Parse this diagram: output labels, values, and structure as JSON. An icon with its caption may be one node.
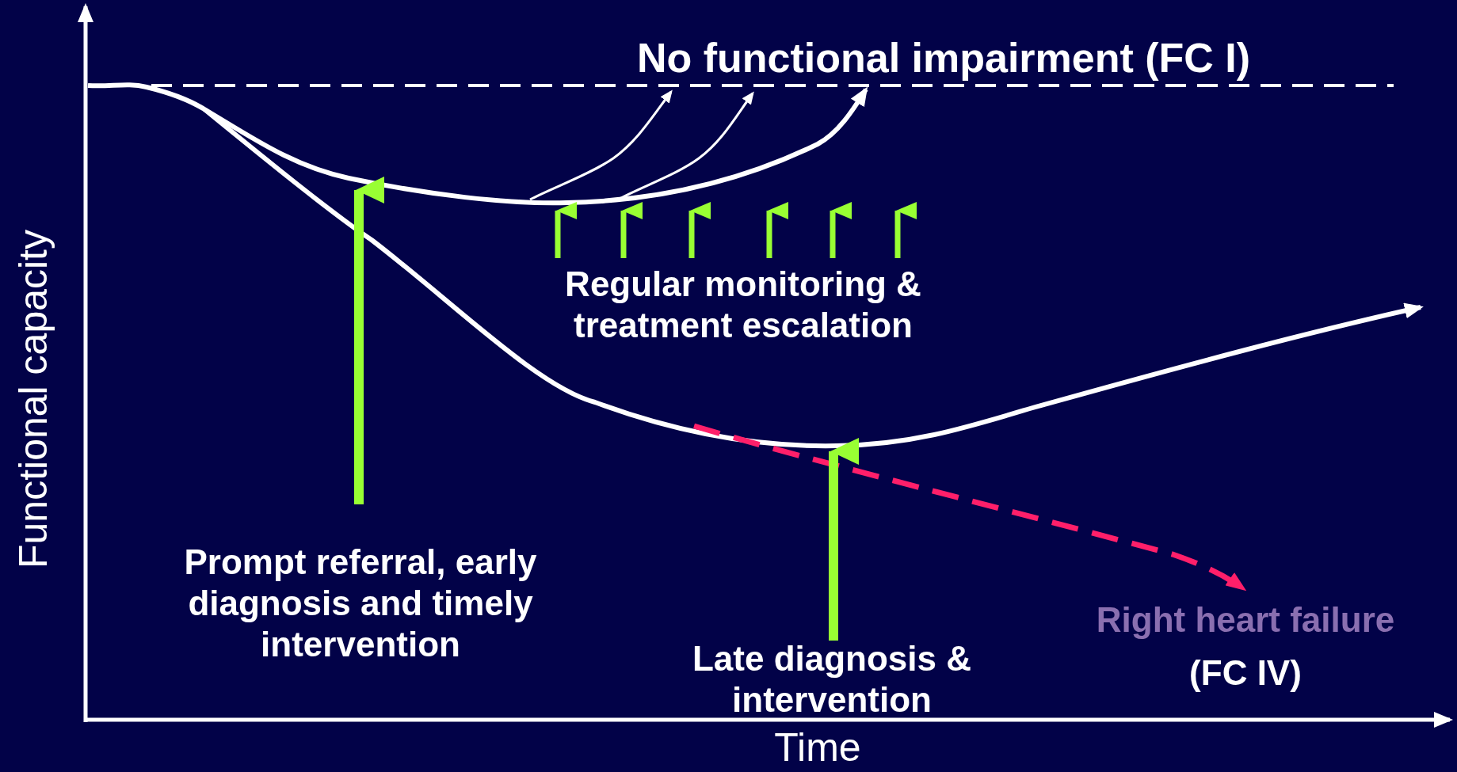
{
  "diagram": {
    "labels": [
      "No functional impairment (FC I)",
      "Functional capacity",
      "Regular monitoring & treatment escalation",
      "Prompt referral, early diagnosis and timely intervention",
      "Late diagnosis & intervention",
      "Right heart failure",
      "(FC IV)",
      "Time"
    ]
  }
}
